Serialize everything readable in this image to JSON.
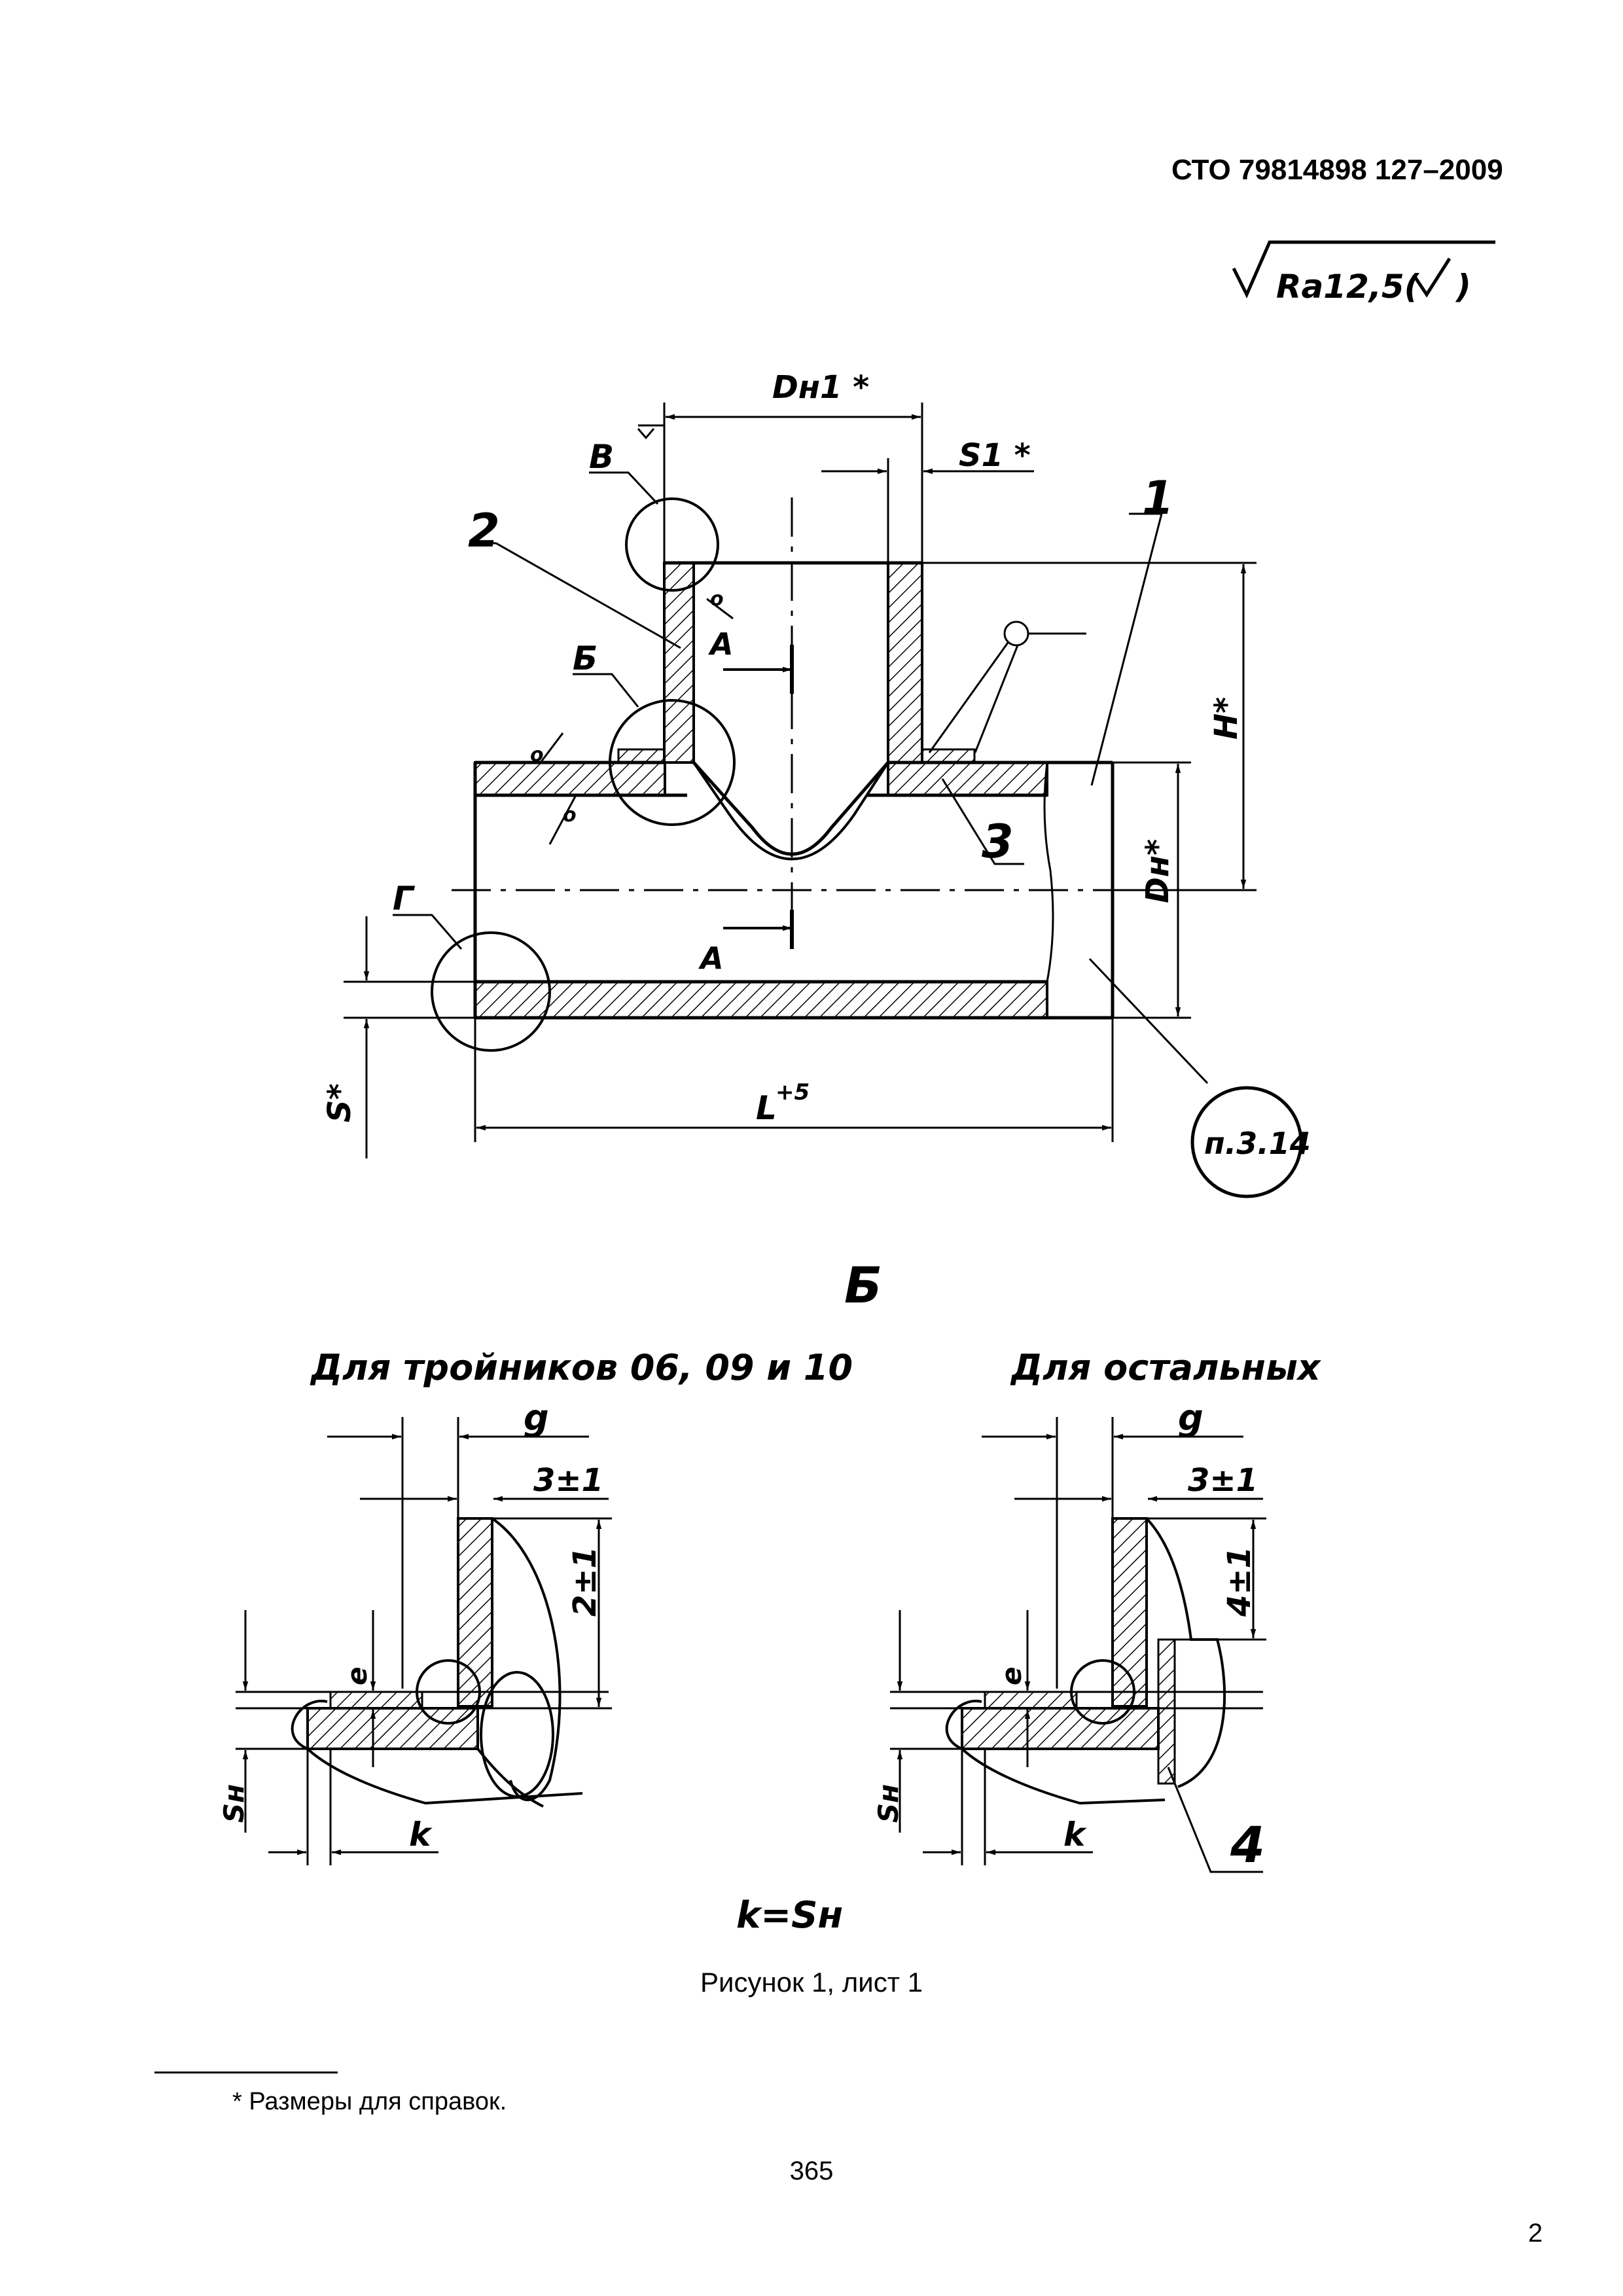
{
  "document": {
    "code": "СТО 79814898 127–2009",
    "caption": "Рисунок 1, лист 1",
    "footnote": "* Размеры для справок.",
    "page_number": "365",
    "sheet_number": "2"
  },
  "roughness": {
    "text": "Ra12,5(",
    "close": ")"
  },
  "main_view": {
    "labels": {
      "dh1": "Dн1 *",
      "s1": "S1 *",
      "h": "H*",
      "dh": "Dн*",
      "s": "S*",
      "l_base": "L",
      "l_sup": "+5",
      "note": "п.3.14",
      "section_a_top": "А",
      "section_a_bottom": "А",
      "callout_v": "В",
      "callout_b": "Б",
      "callout_g": "Г",
      "part_1": "1",
      "part_2": "2",
      "part_3": "3"
    }
  },
  "detail": {
    "title": "Б",
    "left_title": "Для тройников 06, 09 и 10",
    "right_title": "Для остальных",
    "left": {
      "g": "g",
      "tol_top": "3±1",
      "tol_side": "2±1",
      "e": "e",
      "sh": "Sн",
      "k": "k"
    },
    "right": {
      "g": "g",
      "tol_top": "3±1",
      "tol_side": "4±1",
      "e": "e",
      "sh": "Sн",
      "k": "k",
      "part_4": "4"
    },
    "formula": "k=Sн"
  }
}
